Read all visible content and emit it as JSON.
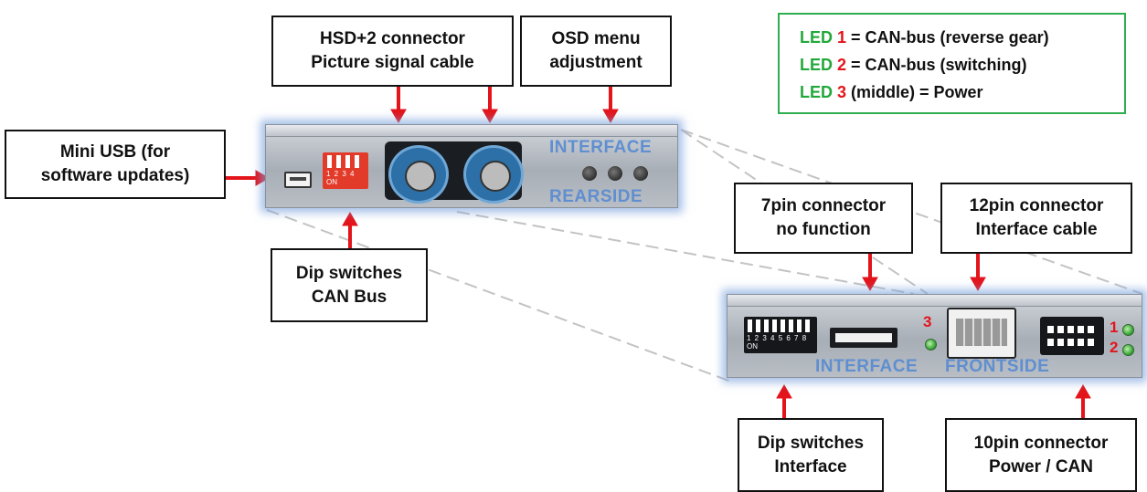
{
  "labels": {
    "hsd": [
      "HSD+2 connector",
      "Picture signal cable"
    ],
    "osd": [
      "OSD menu",
      "adjustment"
    ],
    "mini_usb": [
      "Mini USB (for",
      "software updates)"
    ],
    "dip_can": [
      "Dip switches",
      "CAN Bus"
    ],
    "pin7": [
      "7pin connector",
      "no function"
    ],
    "pin12": [
      "12pin connector",
      "Interface cable"
    ],
    "dip_interface": [
      "Dip switches",
      "Interface"
    ],
    "pin10": [
      "10pin connector",
      "Power / CAN"
    ]
  },
  "legend": {
    "rows": [
      {
        "led": "LED",
        "num": "1",
        "text": " = CAN-bus (reverse gear)"
      },
      {
        "led": "LED",
        "num": "2",
        "text": " = CAN-bus (switching)"
      },
      {
        "led": "LED",
        "num": "3",
        "text": " (middle) = Power"
      }
    ]
  },
  "rear": {
    "text_interface": "INTERFACE",
    "text_side": "REARSIDE",
    "dip_digits": "1 2 3 4",
    "dip_on": "ON"
  },
  "front": {
    "text_interface": "INTERFACE",
    "text_side": "FRONTSIDE",
    "dip_digits": "1 2 3 4 5 6 7 8",
    "dip_on": "ON",
    "led3": "3",
    "led1": "1",
    "led2": "2"
  },
  "colors": {
    "arrow": "#e4141b",
    "led_text": "#22a83a",
    "device_text": "#5f8fd0"
  }
}
